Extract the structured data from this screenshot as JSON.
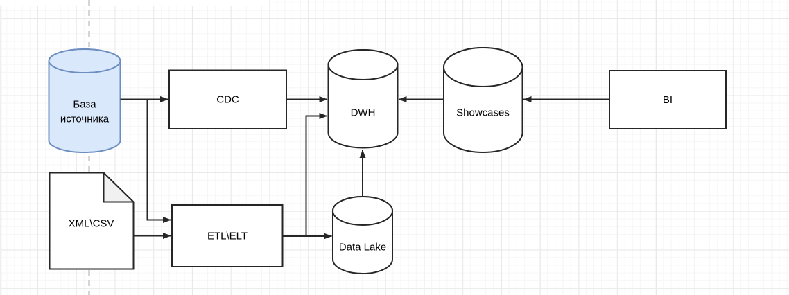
{
  "diagram": {
    "type": "data-architecture-flow",
    "nodes": {
      "source_db": {
        "shape": "cylinder",
        "label": "База источника",
        "line1": "База",
        "line2": "источника",
        "fill": "#DAE8FC",
        "stroke": "#6C8EBF"
      },
      "cdc": {
        "shape": "rectangle",
        "label": "CDC",
        "fill": "#FFFFFF",
        "stroke": "#262626"
      },
      "xml_csv": {
        "shape": "document",
        "label": "XML\\CSV",
        "fill": "#FFFFFF",
        "stroke": "#262626",
        "fold_fill": "#F1F1F1"
      },
      "etl_elt": {
        "shape": "rectangle",
        "label": "ETL\\ELT",
        "fill": "#FFFFFF",
        "stroke": "#262626"
      },
      "dwh": {
        "shape": "cylinder",
        "label": "DWH",
        "fill": "#FFFFFF",
        "stroke": "#262626"
      },
      "data_lake": {
        "shape": "cylinder",
        "label": "Data Lake",
        "fill": "#FFFFFF",
        "stroke": "#262626"
      },
      "showcases": {
        "shape": "cylinder",
        "label": "Showcases",
        "fill": "#FFFFFF",
        "stroke": "#262626"
      },
      "bi": {
        "shape": "rectangle",
        "label": "BI",
        "fill": "#FFFFFF",
        "stroke": "#262626"
      }
    },
    "edges": [
      {
        "from": "source_db",
        "to": "cdc"
      },
      {
        "from": "source_db",
        "to": "etl_elt"
      },
      {
        "from": "xml_csv",
        "to": "etl_elt"
      },
      {
        "from": "cdc",
        "to": "dwh"
      },
      {
        "from": "etl_elt",
        "to": "dwh"
      },
      {
        "from": "etl_elt",
        "to": "data_lake"
      },
      {
        "from": "data_lake",
        "to": "dwh"
      },
      {
        "from": "showcases",
        "to": "dwh"
      },
      {
        "from": "bi",
        "to": "showcases"
      }
    ],
    "colors": {
      "edge": "#262626",
      "blue_fill": "#DAE8FC",
      "blue_stroke": "#6C8EBF",
      "guide_line": "#ADADAD",
      "grid_minor": "#F6F6F6",
      "grid_major": "#E9E9E9"
    }
  }
}
